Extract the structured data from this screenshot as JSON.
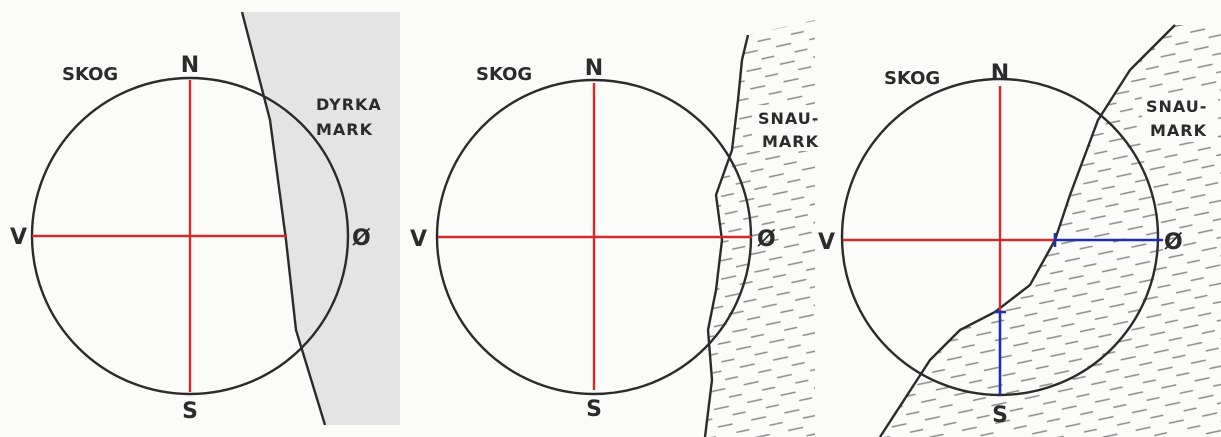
{
  "colors": {
    "paper": "#fbfbfa",
    "pencil": "#2b2b2b",
    "red_line": "#d42a2a",
    "blue_line": "#1f2fae",
    "shade": "#e6e6e6",
    "dash": "#8a8a8a"
  },
  "panels": [
    {
      "forest_label": "SKOG",
      "north": "N",
      "south": "S",
      "west": "V",
      "east": "Ø",
      "open_label_line1": "DYRKA",
      "open_label_line2": "MARK"
    },
    {
      "forest_label": "SKOG",
      "north": "N",
      "south": "S",
      "west": "V",
      "east": "Ø",
      "open_label_line1": "SNAU-",
      "open_label_line2": "MARK"
    },
    {
      "forest_label": "SKOG",
      "north": "N",
      "south": "S",
      "west": "V",
      "east": "Ø",
      "open_label_line1": "SNAU-",
      "open_label_line2": "MARK"
    }
  ]
}
